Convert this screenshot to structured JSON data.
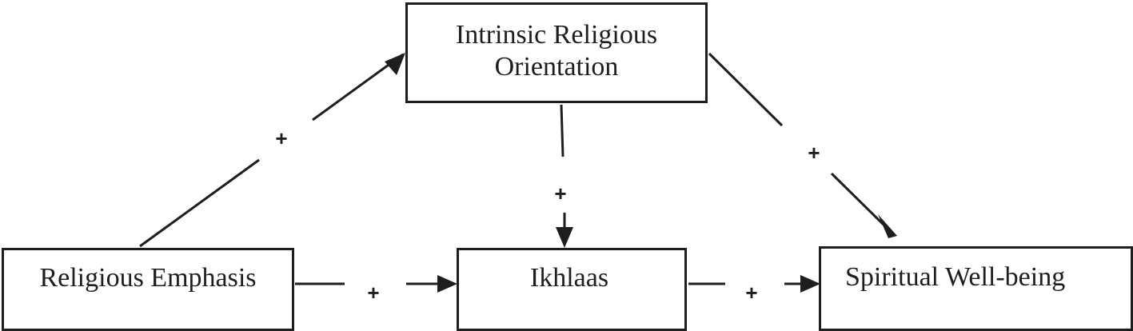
{
  "nodes": {
    "intrinsic_religious_orientation": {
      "line1": "Intrinsic Religious",
      "line2": "Orientation"
    },
    "religious_emphasis": {
      "label": "Religious Emphasis"
    },
    "ikhlaas": {
      "label": "Ikhlaas"
    },
    "spiritual_well_being": {
      "label": "Spiritual Well-being"
    }
  },
  "edges": [
    {
      "from": "Religious Emphasis",
      "to": "Intrinsic Religious Orientation",
      "sign": "+"
    },
    {
      "from": "Intrinsic Religious Orientation",
      "to": "Ikhlaas",
      "sign": "+"
    },
    {
      "from": "Intrinsic Religious Orientation",
      "to": "Spiritual Well-being",
      "sign": "+"
    },
    {
      "from": "Religious Emphasis",
      "to": "Ikhlaas",
      "sign": "+"
    },
    {
      "from": "Ikhlaas",
      "to": "Spiritual Well-being",
      "sign": "+"
    }
  ],
  "colors": {
    "stroke": "#1e1e1e",
    "background": "#ffffff"
  }
}
